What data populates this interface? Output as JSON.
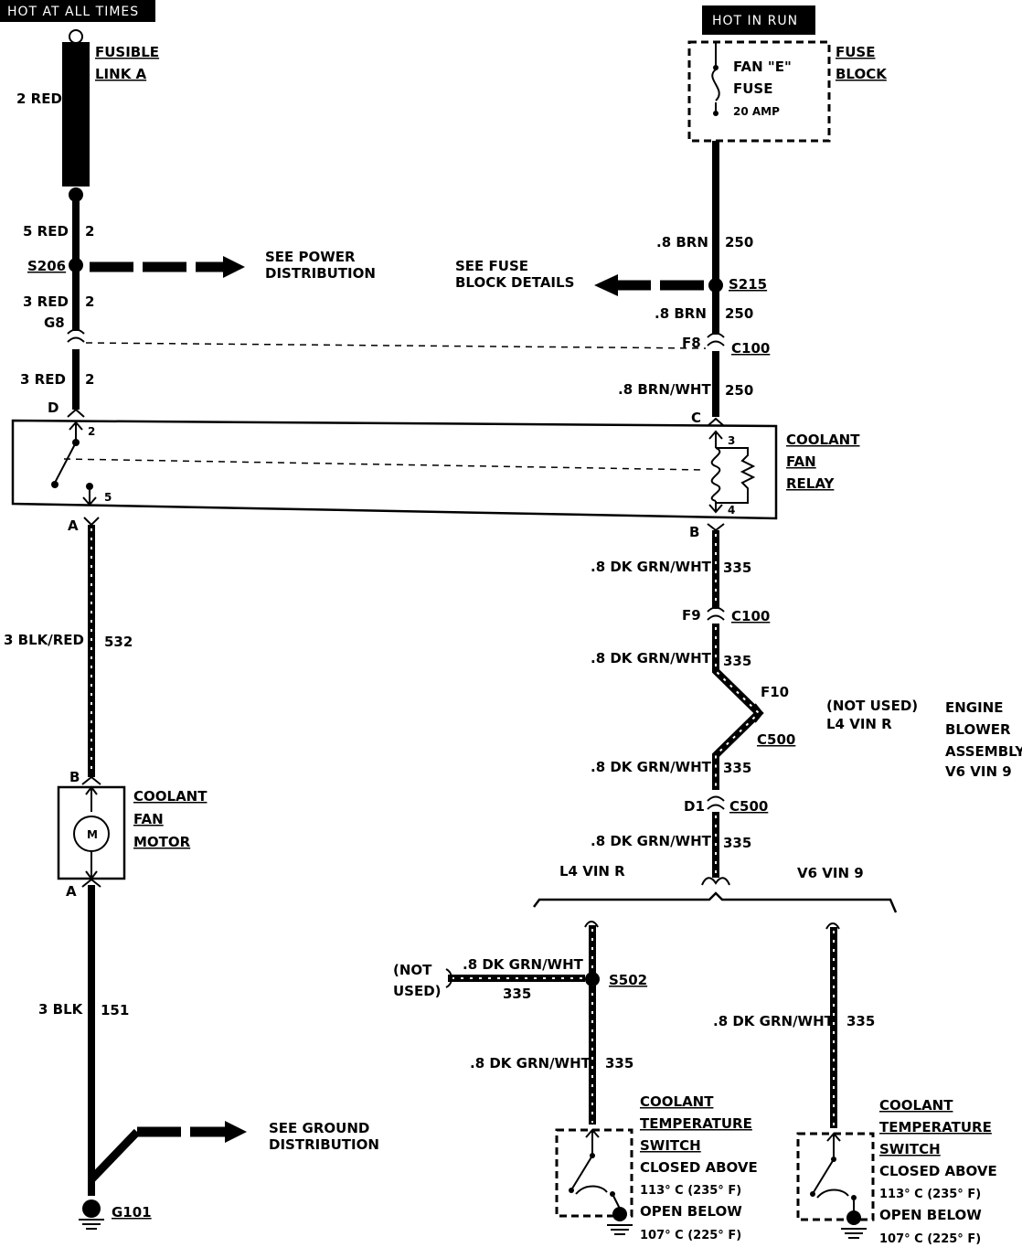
{
  "power": {
    "hot_at_all_times": "HOT AT ALL TIMES",
    "hot_in_run": "HOT IN RUN"
  },
  "fusible_link": {
    "line1": "FUSIBLE",
    "line2": "LINK A",
    "wire": "2 RED"
  },
  "fuse_block": {
    "line1": "FUSE",
    "line2": "BLOCK",
    "fuse_line1": "FAN \"E\"",
    "fuse_line2": "FUSE",
    "rating": "20 AMP"
  },
  "left_wires": {
    "w1_size": "5 RED",
    "w1_circuit": "2",
    "splice": "S206",
    "see_power_1": "SEE POWER",
    "see_power_2": "DISTRIBUTION",
    "w2_size": "3 RED",
    "w2_circuit": "2",
    "pin_g8": "G8",
    "w3_size": "3 RED",
    "w3_circuit": "2",
    "pin_d": "D"
  },
  "right_wires": {
    "w1_size": ".8 BRN",
    "w1_circuit": "250",
    "splice": "S215",
    "see_fuse_1": "SEE FUSE",
    "see_fuse_2": "BLOCK DETAILS",
    "w2_size": ".8 BRN",
    "w2_circuit": "250",
    "pin_f8": "F8",
    "conn_c100": "C100",
    "w3_size": ".8 BRN/WHT",
    "w3_circuit": "250",
    "pin_c": "C"
  },
  "relay": {
    "line1": "COOLANT",
    "line2": "FAN",
    "line3": "RELAY",
    "pin2": "2",
    "pin5": "5",
    "pin3": "3",
    "pin4": "4"
  },
  "motor_circuit": {
    "pin_a_top": "A",
    "w1_size": "3 BLK/RED",
    "w1_circuit": "532",
    "pin_b": "B",
    "line1": "COOLANT",
    "line2": "FAN",
    "line3": "MOTOR",
    "motor_symbol": "M",
    "pin_a_bottom": "A",
    "w2_size": "3 BLK",
    "w2_circuit": "151",
    "see_ground_1": "SEE GROUND",
    "see_ground_2": "DISTRIBUTION",
    "ground": "G101"
  },
  "switch_circuit": {
    "pin_b": "B",
    "w1_size": ".8 DK GRN/WHT",
    "w1_circuit": "335",
    "pin_f9": "F9",
    "conn_c100": "C100",
    "w2_size": ".8 DK GRN/WHT",
    "w2_circuit": "335",
    "pin_f10": "F10",
    "conn_c500a": "C500",
    "not_used": "(NOT USED)",
    "not_used_vin": "L4 VIN R",
    "blower_1": "ENGINE",
    "blower_2": "BLOWER",
    "blower_3": "ASSEMBLY",
    "blower_4": "V6 VIN 9",
    "w3_size": ".8 DK GRN/WHT",
    "w3_circuit": "335",
    "pin_d1": "D1",
    "conn_c500b": "C500",
    "w4_size": ".8 DK GRN/WHT",
    "w4_circuit": "335",
    "branch_l4": "L4 VIN R",
    "branch_v6": "V6 VIN 9",
    "nu_1": "(NOT",
    "nu_2": "USED)",
    "nu_size": ".8 DK GRN/WHT",
    "nu_circuit": "335",
    "splice": "S502",
    "l4_size": ".8 DK GRN/WHT",
    "l4_circuit": "335",
    "v6_size": ".8 DK GRN/WHT",
    "v6_circuit": "335"
  },
  "temp_switch": {
    "line1": "COOLANT",
    "line2": "TEMPERATURE",
    "line3": "SWITCH",
    "closed": "CLOSED ABOVE",
    "closed_temp": "113° C (235° F)",
    "open": "OPEN BELOW",
    "open_temp": "107° C (225° F)"
  }
}
